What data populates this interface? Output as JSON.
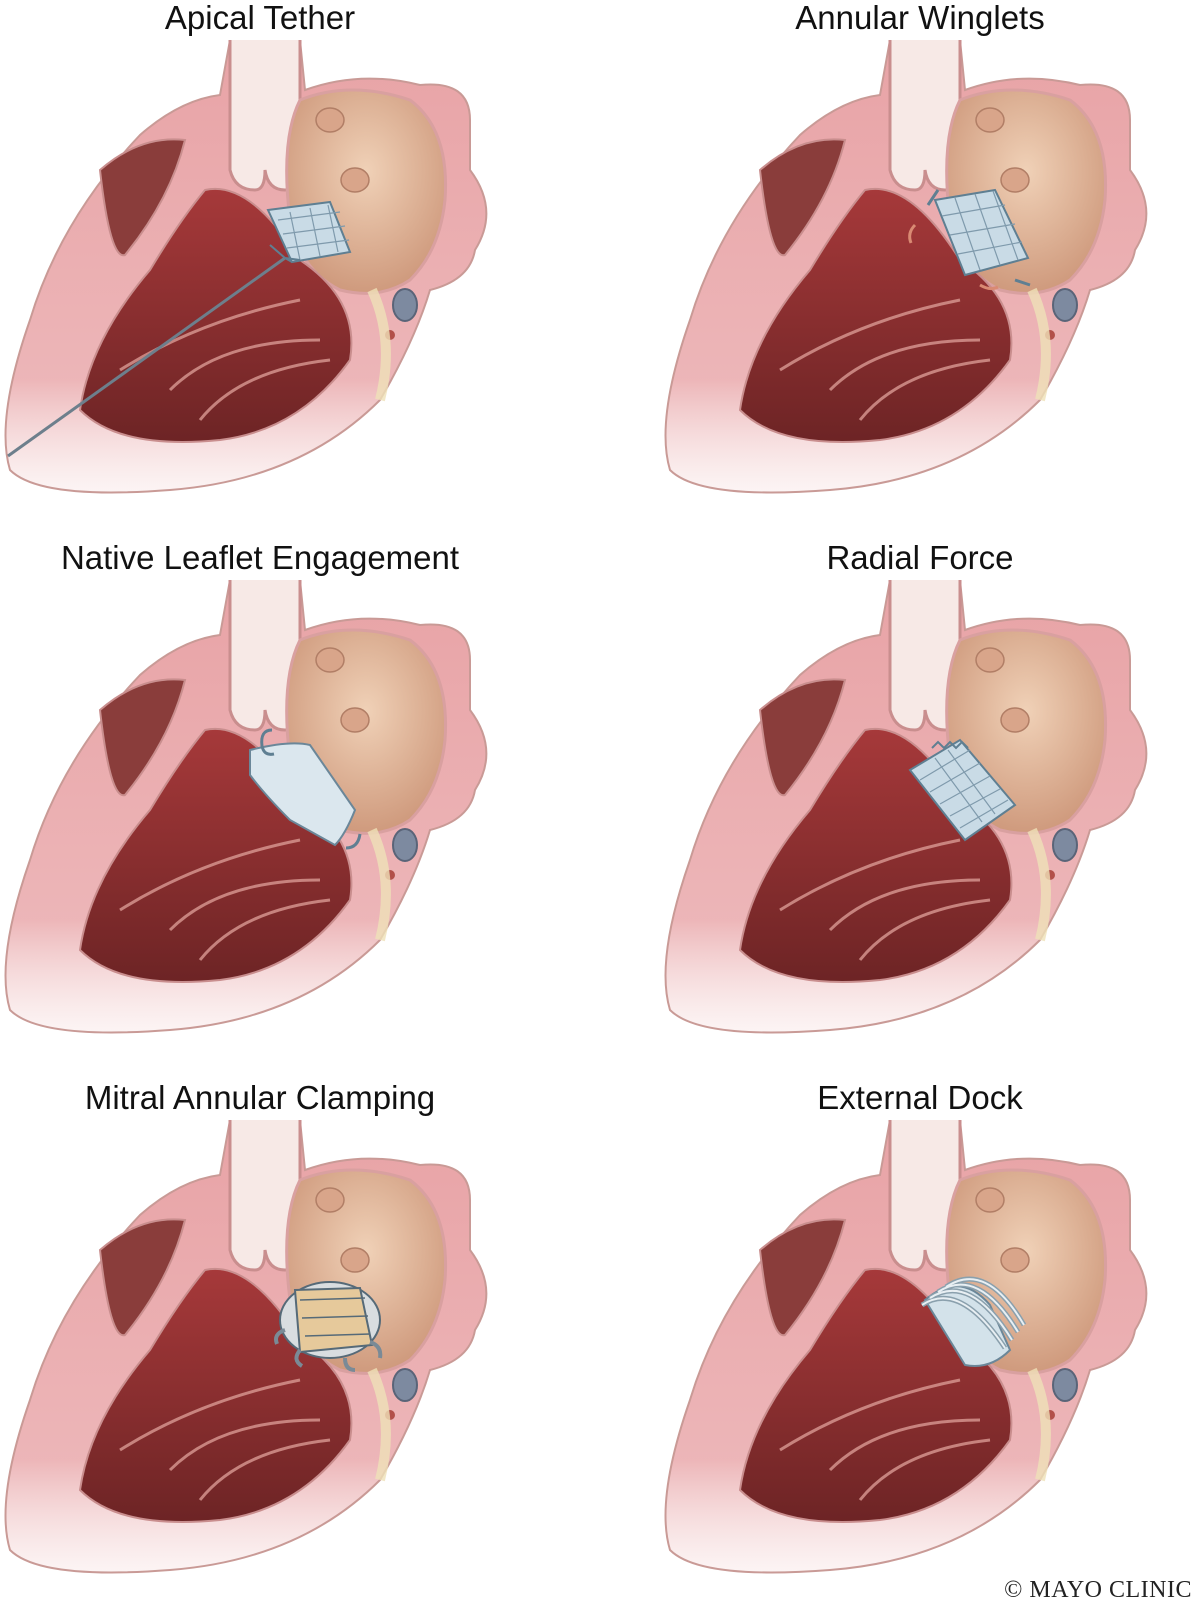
{
  "panels": [
    {
      "id": "apical-tether",
      "title": "Apical Tether",
      "device": "tether"
    },
    {
      "id": "annular-winglets",
      "title": "Annular Winglets",
      "device": "winglets"
    },
    {
      "id": "native-leaflet-engagement",
      "title": "Native Leaflet Engagement",
      "device": "leaflet"
    },
    {
      "id": "radial-force",
      "title": "Radial Force",
      "device": "radial"
    },
    {
      "id": "mitral-annular-clamping",
      "title": "Mitral Annular Clamping",
      "device": "clamping"
    },
    {
      "id": "external-dock",
      "title": "External Dock",
      "device": "dock"
    }
  ],
  "credit": "© MAYO CLINIC",
  "colors": {
    "myocardium": "#e8a3a6",
    "cavity": "#8f2d2f",
    "cavity_light": "#c96a66",
    "atrium": "#e9c0a3",
    "outline": "#9a6a6a",
    "device": "#c9dbe6",
    "device_edge": "#5f7f92"
  }
}
